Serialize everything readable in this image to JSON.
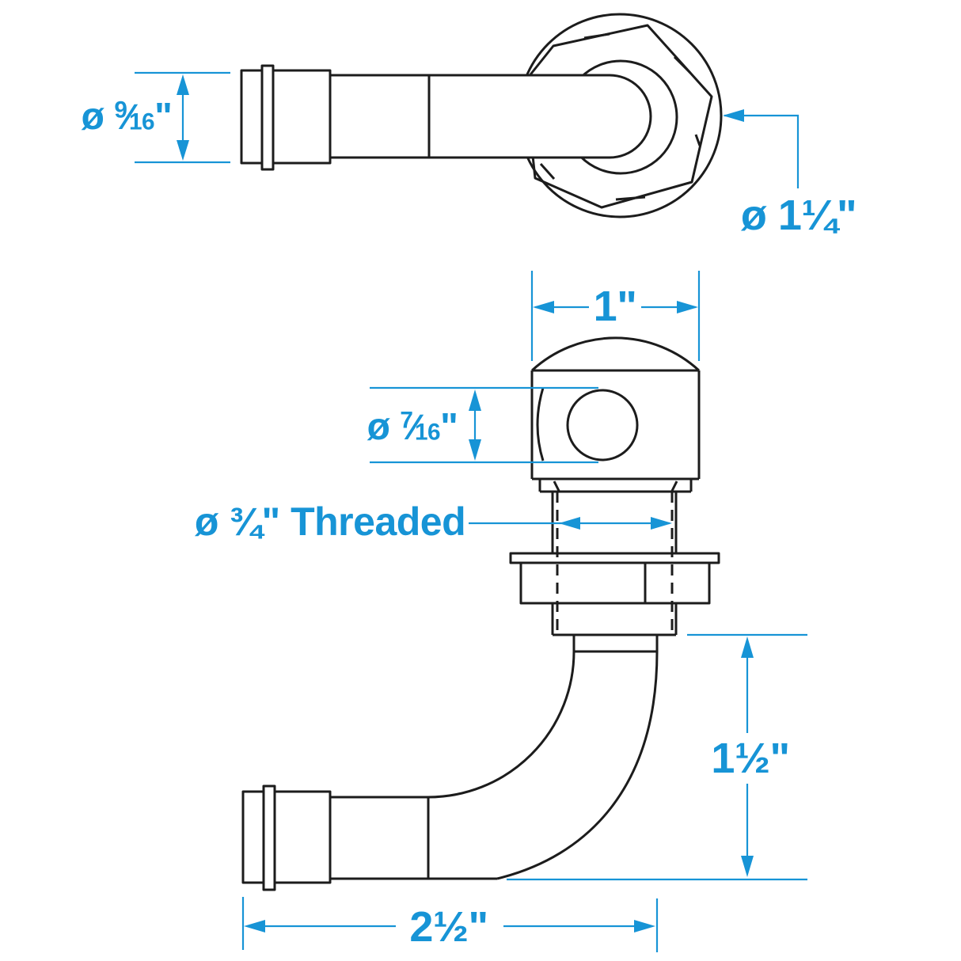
{
  "colors": {
    "dimension_blue": "#1794d6",
    "linework_black": "#1c1c1c",
    "background": "#ffffff"
  },
  "labels": {
    "barb_od": {
      "prefix": "ø ",
      "numerator": "9",
      "slash": "⁄",
      "denominator": "16",
      "suffix": "\""
    },
    "flange_od": {
      "text": "ø 1¼\""
    },
    "body_width": {
      "text": "1\""
    },
    "hole_od": {
      "prefix": "ø ",
      "numerator": "7",
      "slash": "⁄",
      "denominator": "16",
      "suffix": "\""
    },
    "thread": {
      "text": "ø ¾\" Threaded"
    },
    "elbow_height": {
      "text": "1½\""
    },
    "overall_length": {
      "text": "2½\""
    }
  }
}
